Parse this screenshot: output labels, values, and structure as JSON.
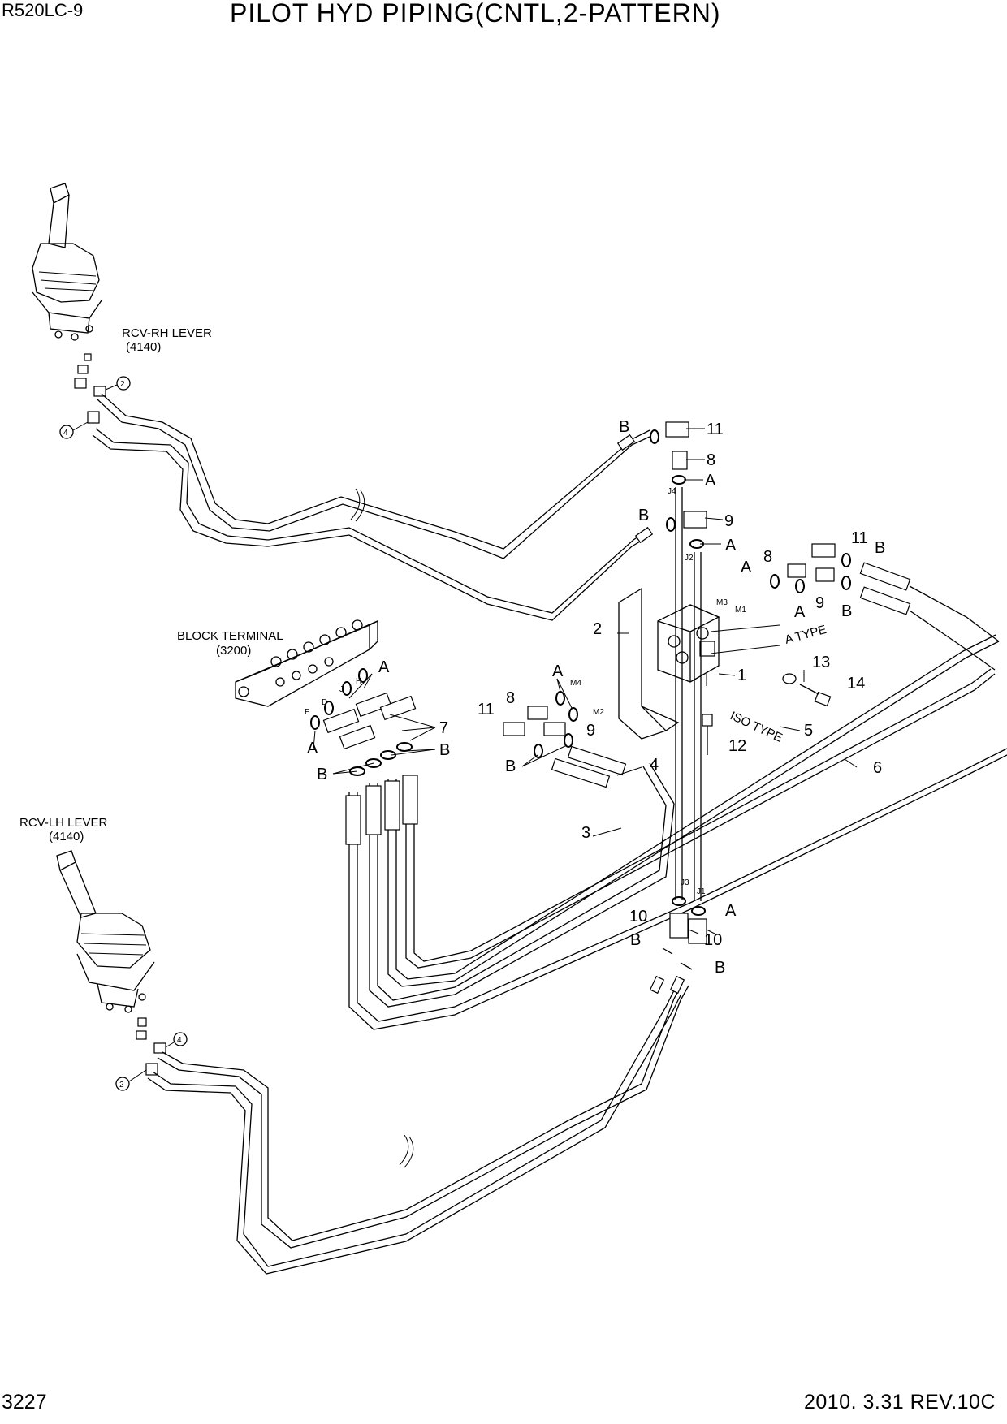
{
  "header": {
    "model": "R520LC-9",
    "title": "PILOT HYD PIPING(CNTL,2-PATTERN)"
  },
  "footer": {
    "page": "3227",
    "revision": "2010. 3.31  REV.10C"
  },
  "labels": {
    "rcv_rh": "RCV-RH LEVER",
    "rcv_rh_ref": "(4140)",
    "rcv_lh": "RCV-LH LEVER",
    "rcv_lh_ref": "(4140)",
    "block_terminal": "BLOCK TERMINAL",
    "block_terminal_ref": "(3200)",
    "a_type": "A TYPE",
    "iso_type": "ISO TYPE"
  },
  "ports": [
    "J4",
    "J2",
    "M3",
    "M1",
    "M4",
    "M2",
    "J3",
    "J1",
    "H",
    "J",
    "D",
    "E"
  ],
  "callouts": [
    "1",
    "2",
    "3",
    "4",
    "5",
    "6",
    "7",
    "8",
    "9",
    "10",
    "11",
    "12",
    "13",
    "14",
    "A",
    "B"
  ]
}
